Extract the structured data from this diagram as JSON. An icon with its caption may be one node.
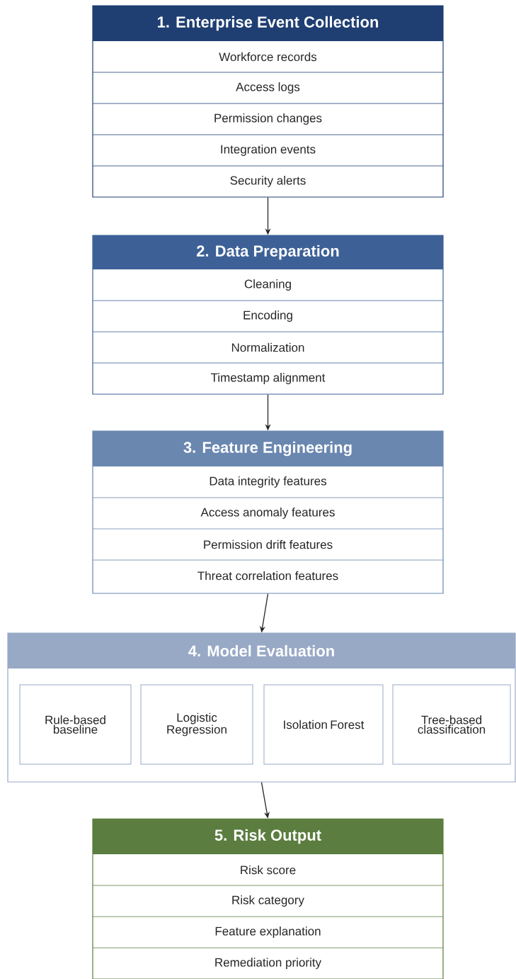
{
  "diagram": {
    "nodes": [
      {
        "text": [
          "1. Enterprise Event Collection",
          "Workforce records",
          "Access logs",
          "Permission changes",
          "Integration events",
          "Security alerts"
        ]
      },
      {
        "text": [
          "2. Data Preparation",
          "Cleaning",
          "Encoding",
          "Normalization",
          "Timestamp alignment"
        ]
      },
      {
        "text": [
          "3. Feature Engineering",
          "Data integrity features",
          "Access anomaly features",
          "Permission drift features",
          "Threat correlation features"
        ]
      },
      {
        "text": [
          "4. Model Evaluation"
        ]
      },
      {
        "text": [
          "Rule-based baseline"
        ],
        "in": 3
      },
      {
        "text": [
          "Logistic Regression"
        ],
        "in": 3
      },
      {
        "text": [
          "Isolation Forest"
        ],
        "in": 3
      },
      {
        "text": [
          "Tree-based classification"
        ],
        "in": 3
      },
      {
        "text": [
          "5. Risk Output",
          "Risk score",
          "Risk category",
          "Feature explanation",
          "Remediation priority"
        ]
      }
    ],
    "edges": [
      {
        "from": 0,
        "to": 1,
        "arrow": "to"
      },
      {
        "from": 1,
        "to": 2,
        "arrow": "to"
      },
      {
        "from": 2,
        "to": 3,
        "arrow": "to"
      },
      {
        "from": 3,
        "to": 8,
        "arrow": "to"
      }
    ]
  }
}
